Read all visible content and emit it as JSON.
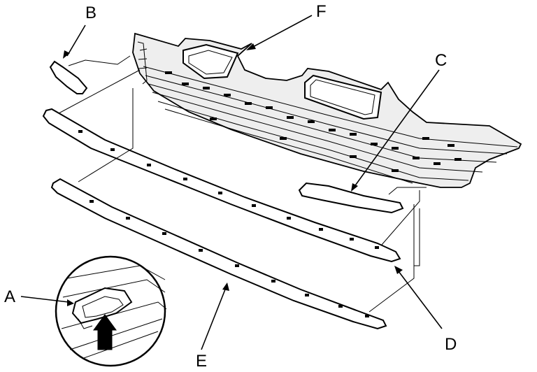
{
  "callouts": {
    "a": "A",
    "b": "B",
    "c": "C",
    "d": "D",
    "e": "E",
    "f": "F"
  },
  "icons": {
    "arrow": "arrow-icon",
    "detail_arrow": "up-arrow-icon"
  }
}
